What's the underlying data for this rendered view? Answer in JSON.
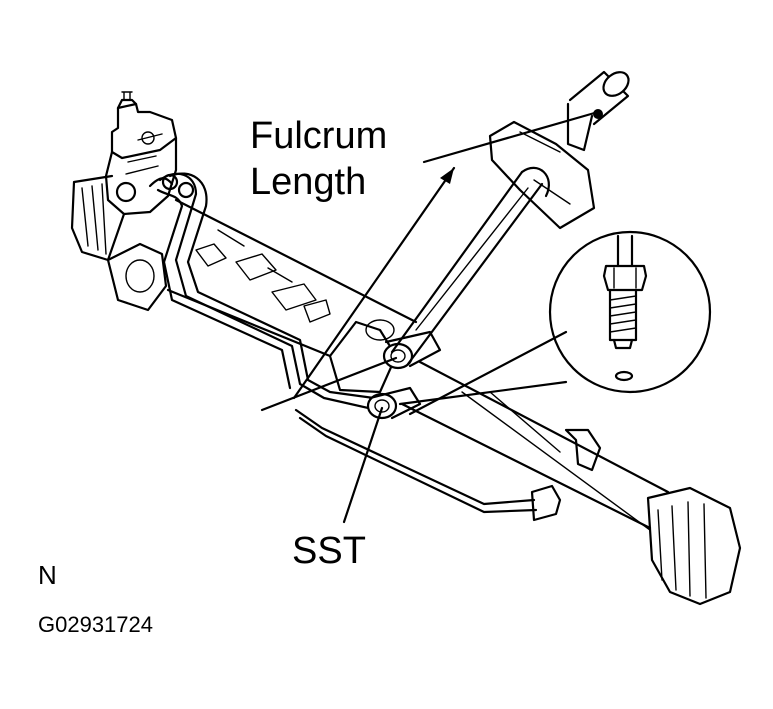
{
  "labels": {
    "fulcrum_line1": "Fulcrum",
    "fulcrum_line2": "Length",
    "tool": "SST",
    "orientation": "N",
    "figure_code": "G02931724"
  },
  "colors": {
    "ink": "#000000",
    "background": "#ffffff"
  },
  "icons": {
    "gauge": "torque-wrench-icon",
    "detail": "flare-nut-fitting-icon"
  }
}
